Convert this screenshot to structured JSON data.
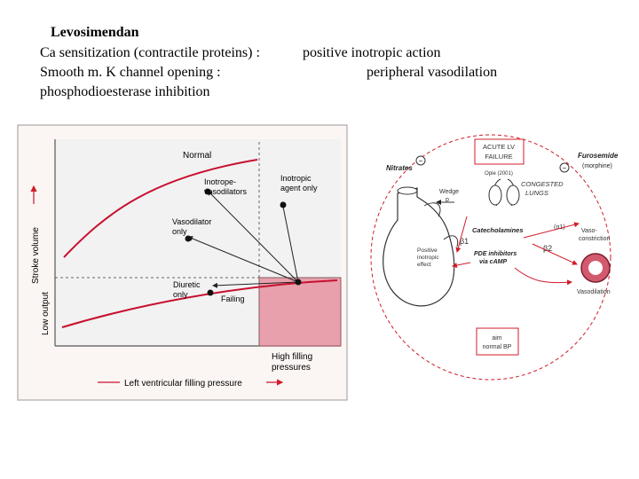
{
  "slide": {
    "title": "Levosimendan",
    "lines": [
      {
        "left": "Ca sensitization (contractile proteins) :",
        "right": "positive inotropic action"
      },
      {
        "left": "Smooth m. K channel opening :",
        "right": "peripheral vasodilation"
      },
      {
        "left": "phosphodioesterase inhibition",
        "right": ""
      }
    ]
  },
  "left_figure": {
    "y_axis_label": "Stroke volume",
    "y_axis_low": "Low output",
    "x_axis_label": "Left ventricular filling pressure",
    "x_box_label": [
      "High filling",
      "pressures"
    ],
    "points": {
      "normal": "Normal",
      "inotrope_vasodilators": [
        "Inotrope-",
        "vasodilators"
      ],
      "inotropic_agent": [
        "Inotropic",
        "agent only"
      ],
      "vasodilator_only": [
        "Vasodilator",
        "only"
      ],
      "diuretic_only": [
        "Diuretic",
        "only"
      ],
      "failing": "Failing"
    },
    "colors": {
      "curve": "#c8102e",
      "box": "#e8a0ad"
    }
  },
  "right_figure": {
    "acute_box": [
      "ACUTE LV",
      "FAILURE"
    ],
    "ref": "Opie (2001)",
    "congested": [
      "CONGESTED",
      "LUNGS"
    ],
    "wedge": [
      "Wedge",
      "p"
    ],
    "nitrates": "Nitrates",
    "furosemide": "Furosemide",
    "morphine": "(morphine)",
    "catecholamines": "Catecholamines",
    "beta1": "β1",
    "beta2": "β2",
    "alpha1": "(α1)",
    "positive_effect": [
      "Positive",
      "inotropic",
      "effect"
    ],
    "pde": [
      "PDE inhibitors",
      "via cAMP"
    ],
    "vaso_con": [
      "Vaso-",
      "constriction"
    ],
    "vasodilation": "Vasodilation",
    "aim_box": [
      "aim",
      "normal BP"
    ],
    "minus": "−",
    "colors": {
      "arrow": "#d01c2a"
    }
  }
}
